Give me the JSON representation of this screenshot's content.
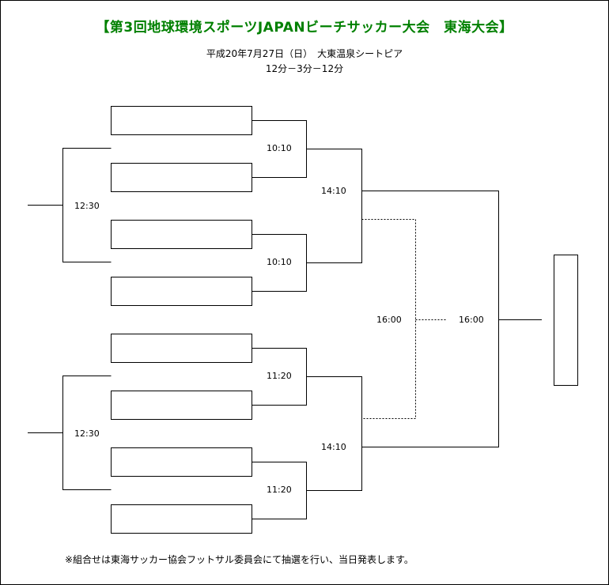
{
  "header": {
    "title": "【第3回地球環境スポーツJAPANビーチサッカー大会　東海大会】",
    "date_venue": "平成20年7月27日（日）　大東温泉シートピア",
    "match_format": "12分－3分－12分"
  },
  "bracket": {
    "top_half": {
      "first_round_a": "10:10",
      "first_round_b": "10:10",
      "quarter": "12:30",
      "semifinal": "14:10"
    },
    "bottom_half": {
      "first_round_a": "11:20",
      "first_round_b": "11:20",
      "quarter": "12:30",
      "semifinal": "14:10"
    },
    "third_place": "16:00",
    "final": "16:00",
    "team_slots": [
      "",
      "",
      "",
      "",
      "",
      "",
      "",
      ""
    ],
    "winner_slot": ""
  },
  "footer": {
    "note": "※組合せは東海サッカー協会フットサル委員会にて抽選を行い、当日発表します。"
  }
}
